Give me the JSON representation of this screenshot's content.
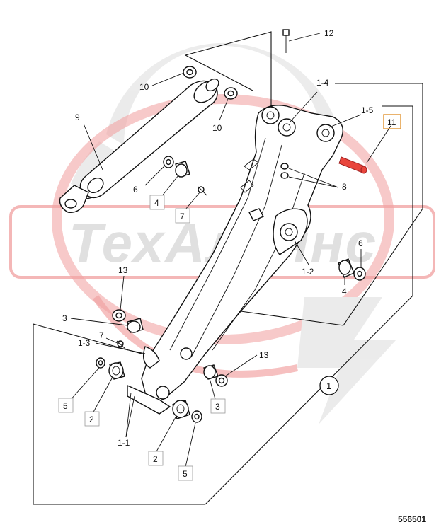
{
  "watermark": {
    "brand_text": "ТехАльянс",
    "brand_color": "#e65a5a",
    "gear_color": "#d9d9d9"
  },
  "highlight_color": "#e8453c",
  "drawing_number": "556501",
  "callouts": {
    "c12": "12",
    "c10a": "10",
    "c10b": "10",
    "c9": "9",
    "c1_4": "1-4",
    "c1_5": "1-5",
    "c11": "11",
    "c6a": "6",
    "c4a": "4",
    "c7a": "7",
    "c8": "8",
    "c6b": "6",
    "c1_2": "1-2",
    "c4b": "4",
    "c13a": "13",
    "c3a": "3",
    "c7b": "7",
    "c1_3": "1-3",
    "c5a": "5",
    "c2a": "2",
    "c13b": "13",
    "c3b": "3",
    "c1": "1",
    "c2b": "2",
    "c1_1": "1-1",
    "c5b": "5"
  }
}
